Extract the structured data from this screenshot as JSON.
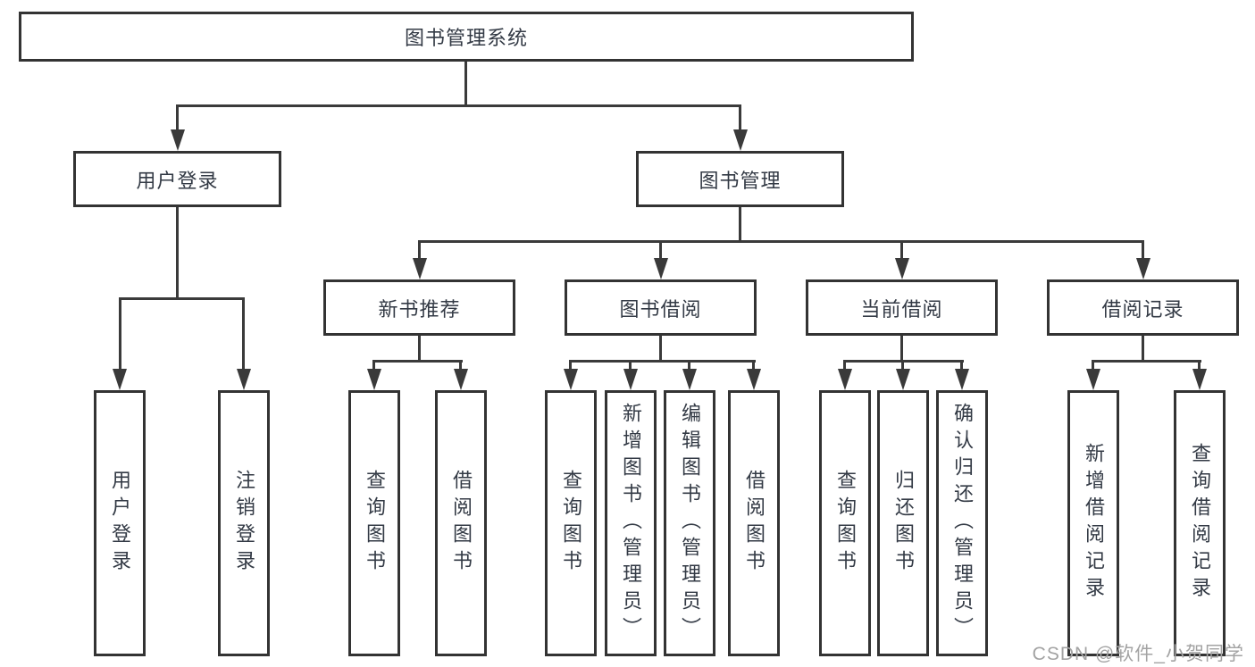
{
  "diagram": {
    "root": {
      "label": "图书管理系统"
    },
    "level2": [
      {
        "label": "用户登录"
      },
      {
        "label": "图书管理"
      }
    ],
    "level3": [
      {
        "label": "新书推荐"
      },
      {
        "label": "图书借阅"
      },
      {
        "label": "当前借阅"
      },
      {
        "label": "借阅记录"
      }
    ],
    "leaves": {
      "user_login": [
        "用户登录",
        "注销登录"
      ],
      "new_books": [
        "查询图书",
        "借阅图书"
      ],
      "book_borrow": [
        "查询图书",
        "新增图书（管理员）",
        "编辑图书（管理员）",
        "借阅图书"
      ],
      "current_borrow": [
        "查询图书",
        "归还图书",
        "确认归还（管理员）"
      ],
      "borrow_records": [
        "新增借阅记录",
        "查询借阅记录"
      ]
    },
    "watermark": "CSDN @软件_小贺同学",
    "colors": {
      "line": "#3a3a3a",
      "box_border": "#333333",
      "text": "#333a45",
      "watermark": "#a3a3a3",
      "background": "#ffffff"
    }
  }
}
